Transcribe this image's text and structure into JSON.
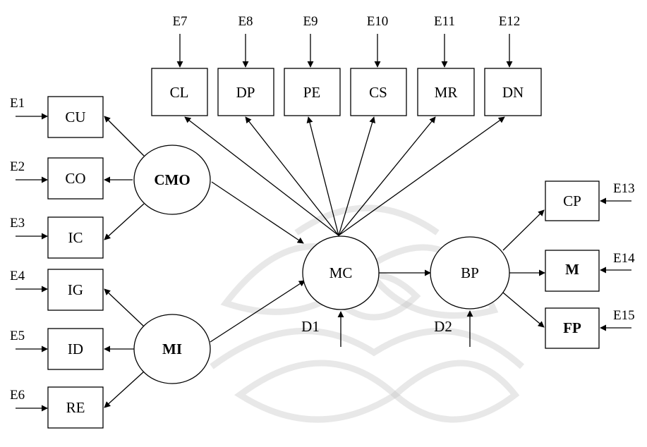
{
  "diagram": {
    "latent": {
      "cmo": "CMO",
      "mi": "MI",
      "mc": "MC",
      "bp": "BP"
    },
    "observed": {
      "cu": "CU",
      "co": "CO",
      "ic": "IC",
      "ig": "IG",
      "id": "ID",
      "re": "RE",
      "cl": "CL",
      "dp": "DP",
      "pe": "PE",
      "cs": "CS",
      "mr": "MR",
      "dn": "DN",
      "cp": "CP",
      "m": "M",
      "fp": "FP"
    },
    "errors": {
      "e1": "E1",
      "e2": "E2",
      "e3": "E3",
      "e4": "E4",
      "e5": "E5",
      "e6": "E6",
      "e7": "E7",
      "e8": "E8",
      "e9": "E9",
      "e10": "E10",
      "e11": "E11",
      "e12": "E12",
      "e13": "E13",
      "e14": "E14",
      "e15": "E15"
    },
    "disturbances": {
      "d1": "D1",
      "d2": "D2"
    }
  }
}
